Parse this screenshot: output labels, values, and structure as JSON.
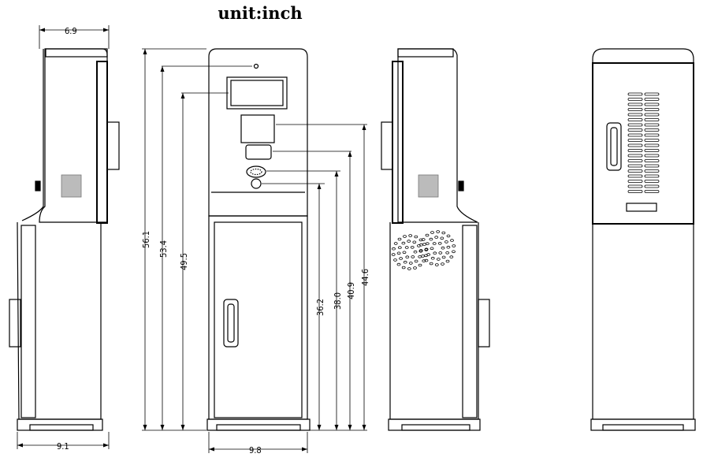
{
  "title": "unit:inch",
  "dimensions": {
    "side_width_top": "6.9",
    "side_width_base": "9.1",
    "front_width_base": "9.8",
    "height_total": "56.1",
    "height_camera": "53.4",
    "height_screen": "49.5",
    "height_card_reader": "44.6",
    "height_printer_slot": "40.9",
    "height_speaker": "38.0",
    "height_button": "36.2"
  },
  "colors": {
    "line": "#000000",
    "background": "#ffffff"
  }
}
